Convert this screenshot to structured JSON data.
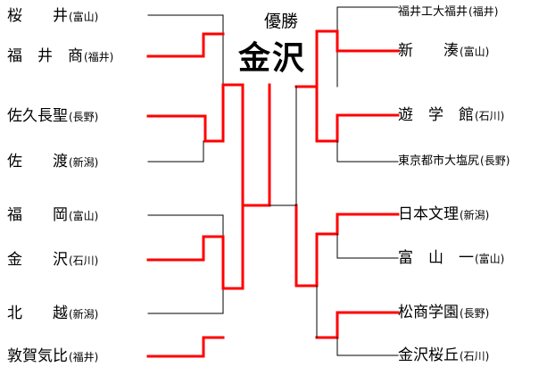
{
  "winner_label": "優勝",
  "champion": "金沢",
  "colors": {
    "win": "#ff0000",
    "lose": "#000000"
  },
  "left_teams": [
    {
      "name": "桜　　井",
      "prefecture": "(富山)"
    },
    {
      "name": "福　井　商",
      "prefecture": "(福井)"
    },
    {
      "name": "佐久長聖",
      "prefecture": "(長野)"
    },
    {
      "name": "佐　　渡",
      "prefecture": "(新潟)"
    },
    {
      "name": "福　　岡",
      "prefecture": "(富山)"
    },
    {
      "name": "金　　沢",
      "prefecture": "(石川)"
    },
    {
      "name": "北　　越",
      "prefecture": "(新潟)"
    },
    {
      "name": "敦賀気比",
      "prefecture": "(福井)"
    }
  ],
  "right_teams": [
    {
      "name": "福井工大福井",
      "prefecture": "(福井)"
    },
    {
      "name": "新　　湊",
      "prefecture": "(富山)"
    },
    {
      "name": "遊　学　館",
      "prefecture": "(石川)"
    },
    {
      "name": "東京都市大塩尻",
      "prefecture": "(長野)"
    },
    {
      "name": "日本文理",
      "prefecture": "(新潟)"
    },
    {
      "name": "富　山　一",
      "prefecture": "(富山)"
    },
    {
      "name": "松商学園",
      "prefecture": "(長野)"
    },
    {
      "name": "金沢桜丘",
      "prefecture": "(石川)"
    }
  ]
}
